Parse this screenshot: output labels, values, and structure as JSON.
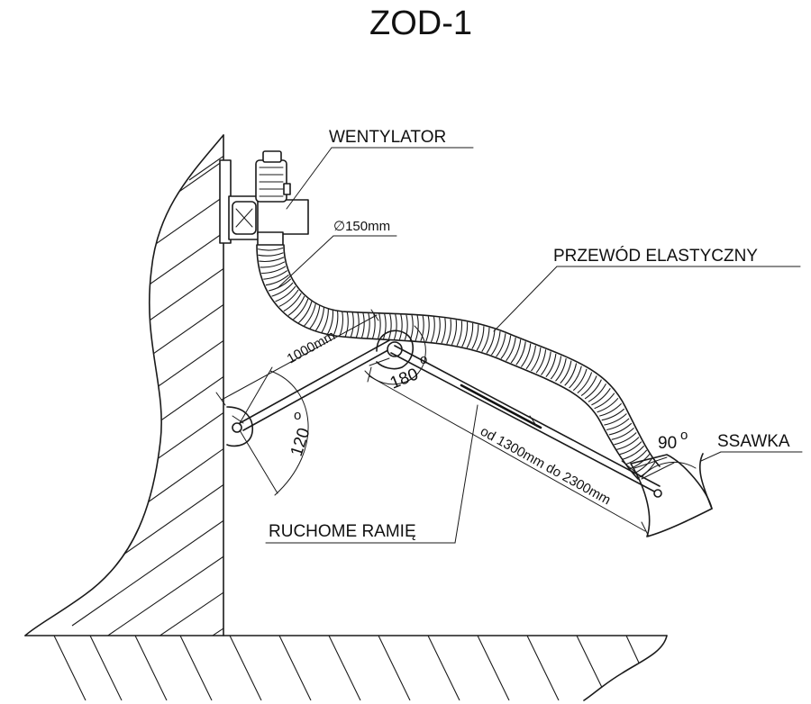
{
  "title": "ZOD-1",
  "labels": {
    "fan": "WENTYLATOR",
    "diameter": "∅150mm",
    "hose": "PRZEWÓD ELASTYCZNY",
    "arm_length": "1000mm",
    "angle_180": "180",
    "angle_120": "120",
    "extension": "od 1300mm do 2300mm",
    "angle_90": "90",
    "degree_mark": "o",
    "hood": "SSAWKA",
    "arm": "RUCHOME RAMIĘ"
  }
}
